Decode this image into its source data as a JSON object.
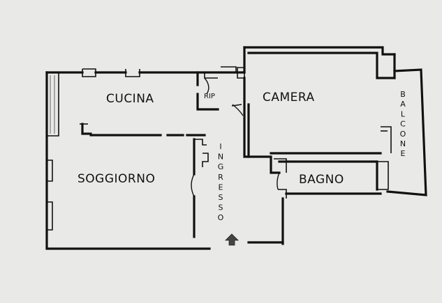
{
  "rooms": {
    "cucina": "CUCINA",
    "soggiorno": "SOGGIORNO",
    "camera": "CAMERA",
    "bagno": "BAGNO",
    "ripostiglio": "RIP",
    "ingresso": [
      "I",
      "N",
      "G",
      "R",
      "E",
      "S",
      "S",
      "O"
    ],
    "balcone": [
      "B",
      "A",
      "L",
      "C",
      "O",
      "N",
      "E"
    ]
  },
  "icons": {
    "entrance": "entrance-arrow-icon"
  },
  "colors": {
    "background": "#e9e9e7",
    "wall": "#111111",
    "arrow": "#444444"
  }
}
